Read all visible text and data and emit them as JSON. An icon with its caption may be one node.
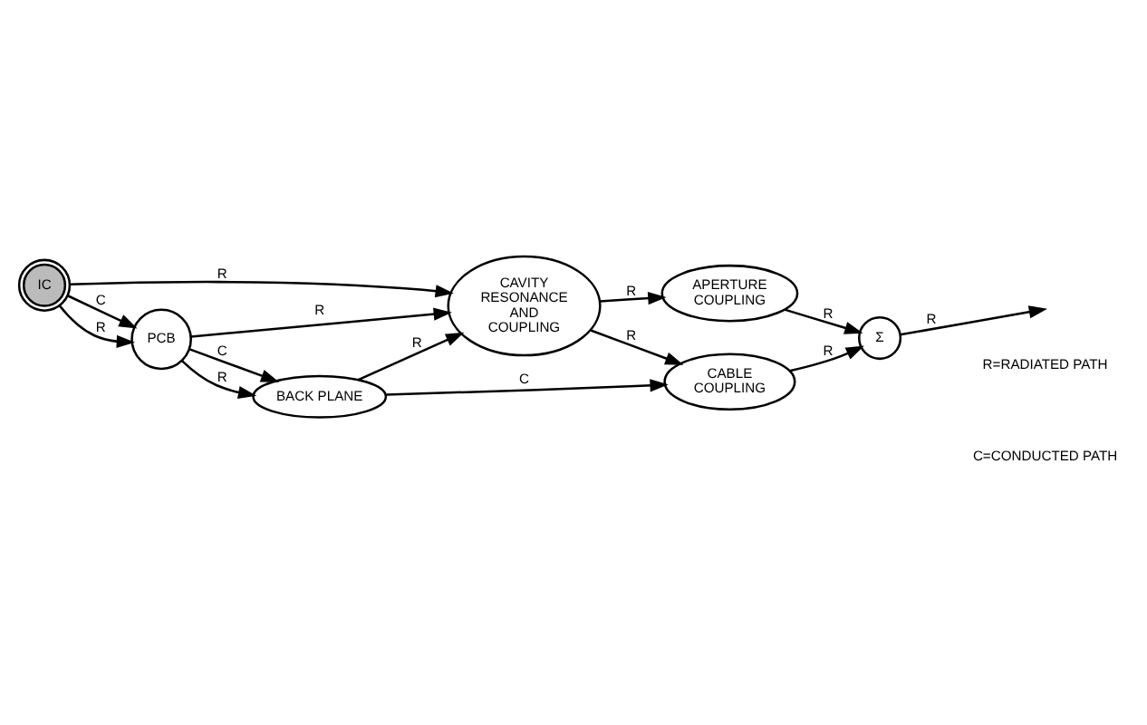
{
  "diagram": {
    "nodes": [
      {
        "text": [
          "IC"
        ]
      },
      {
        "text": [
          "PCB"
        ]
      },
      {
        "text": [
          "BACK PLANE"
        ]
      },
      {
        "text": [
          "CAVITY RESONANCE AND COUPLING"
        ]
      },
      {
        "text": [
          "APERTURE COUPLING"
        ]
      },
      {
        "text": [
          "CABLE COUPLING"
        ]
      },
      {
        "text": [
          "Σ"
        ]
      }
    ],
    "edges": [
      {
        "from": 0,
        "to": 1,
        "arrow": "to",
        "label": "C"
      },
      {
        "from": 0,
        "to": 1,
        "arrow": "to",
        "label": "R"
      },
      {
        "from": 0,
        "to": 3,
        "arrow": "to",
        "label": "R"
      },
      {
        "from": 1,
        "to": 2,
        "arrow": "to",
        "label": "C"
      },
      {
        "from": 1,
        "to": 2,
        "arrow": "to",
        "label": "R"
      },
      {
        "from": 1,
        "to": 3,
        "arrow": "to",
        "label": "R"
      },
      {
        "from": 2,
        "to": 3,
        "arrow": "to",
        "label": "R"
      },
      {
        "from": 2,
        "to": 5,
        "arrow": "to",
        "label": "C"
      },
      {
        "from": 3,
        "to": 4,
        "arrow": "to",
        "label": "R"
      },
      {
        "from": 3,
        "to": 5,
        "arrow": "to",
        "label": "R"
      },
      {
        "from": 4,
        "to": 6,
        "arrow": "to",
        "label": "R"
      },
      {
        "from": 5,
        "to": 6,
        "arrow": "to",
        "label": "R"
      },
      {
        "from": 6,
        "to": null,
        "arrow": "to",
        "label": "R"
      }
    ],
    "labels": [
      "R=RADIATED PATH",
      "C=CONDUCTED PATH"
    ]
  }
}
